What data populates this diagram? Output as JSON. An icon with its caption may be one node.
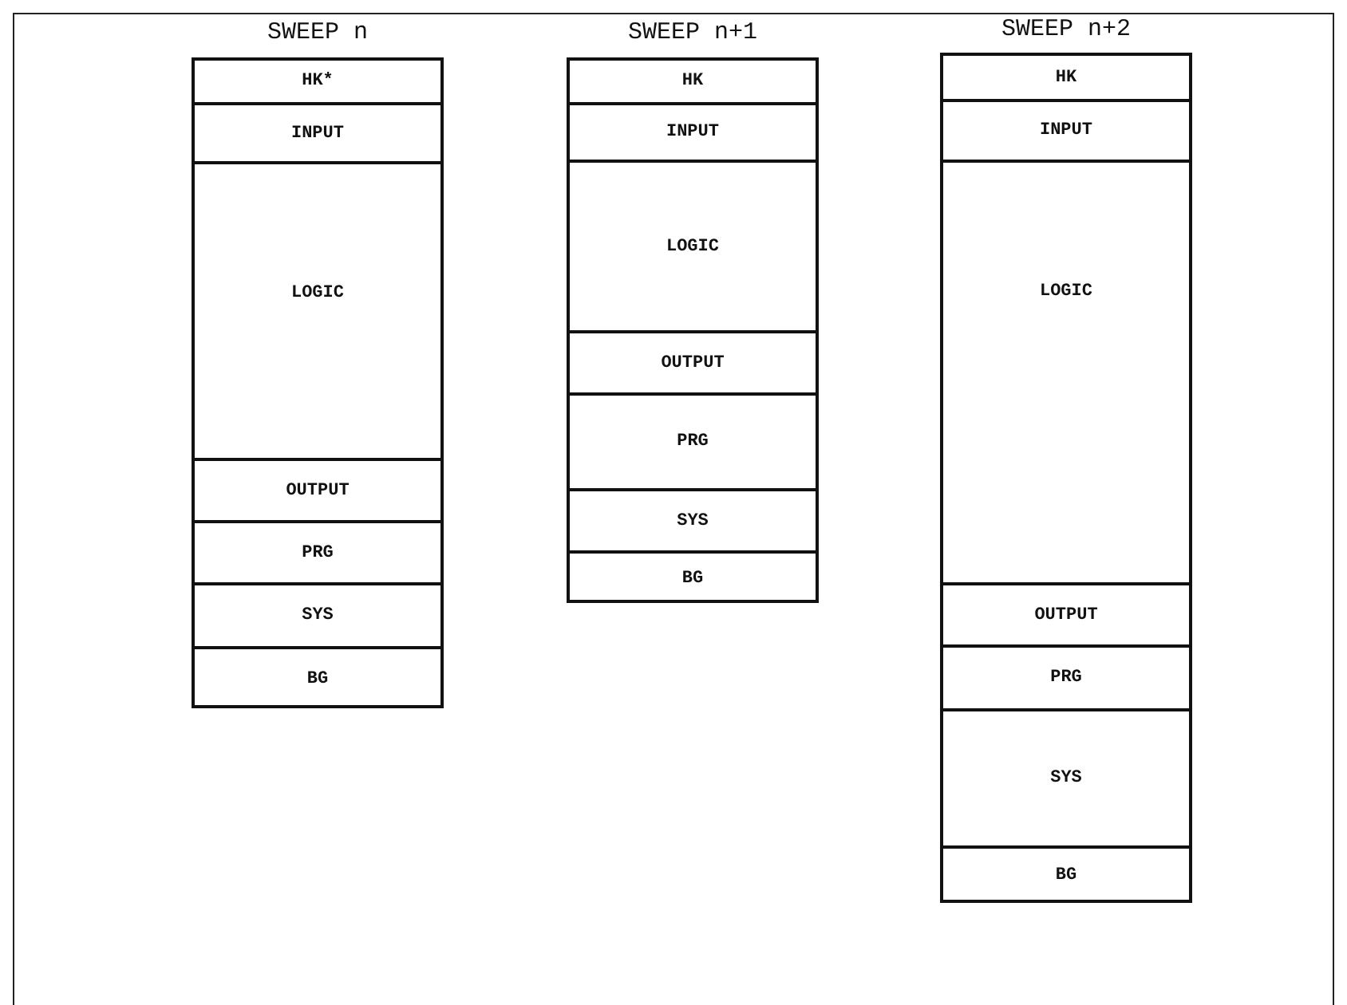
{
  "diagram": {
    "nodes": [
      {
        "text": [
          "SWEEP n"
        ]
      },
      {
        "text": [
          "HK*"
        ],
        "in": 0
      },
      {
        "text": [
          "INPUT"
        ],
        "in": 0
      },
      {
        "text": [
          "LOGIC"
        ],
        "in": 0
      },
      {
        "text": [
          "OUTPUT"
        ],
        "in": 0
      },
      {
        "text": [
          "PRG"
        ],
        "in": 0
      },
      {
        "text": [
          "SYS"
        ],
        "in": 0
      },
      {
        "text": [
          "BG"
        ],
        "in": 0
      },
      {
        "text": [
          "SWEEP n+1"
        ]
      },
      {
        "text": [
          "HK"
        ],
        "in": 8
      },
      {
        "text": [
          "INPUT"
        ],
        "in": 8
      },
      {
        "text": [
          "LOGIC"
        ],
        "in": 8
      },
      {
        "text": [
          "OUTPUT"
        ],
        "in": 8
      },
      {
        "text": [
          "PRG"
        ],
        "in": 8
      },
      {
        "text": [
          "SYS"
        ],
        "in": 8
      },
      {
        "text": [
          "BG"
        ],
        "in": 8
      },
      {
        "text": [
          "SWEEP n+2"
        ]
      },
      {
        "text": [
          "HK"
        ],
        "in": 16
      },
      {
        "text": [
          "INPUT"
        ],
        "in": 16
      },
      {
        "text": [
          "LOGIC"
        ],
        "in": 16
      },
      {
        "text": [
          "OUTPUT"
        ],
        "in": 16
      },
      {
        "text": [
          "PRG"
        ],
        "in": 16
      },
      {
        "text": [
          "SYS"
        ],
        "in": 16
      },
      {
        "text": [
          "BG"
        ],
        "in": 16
      }
    ]
  }
}
